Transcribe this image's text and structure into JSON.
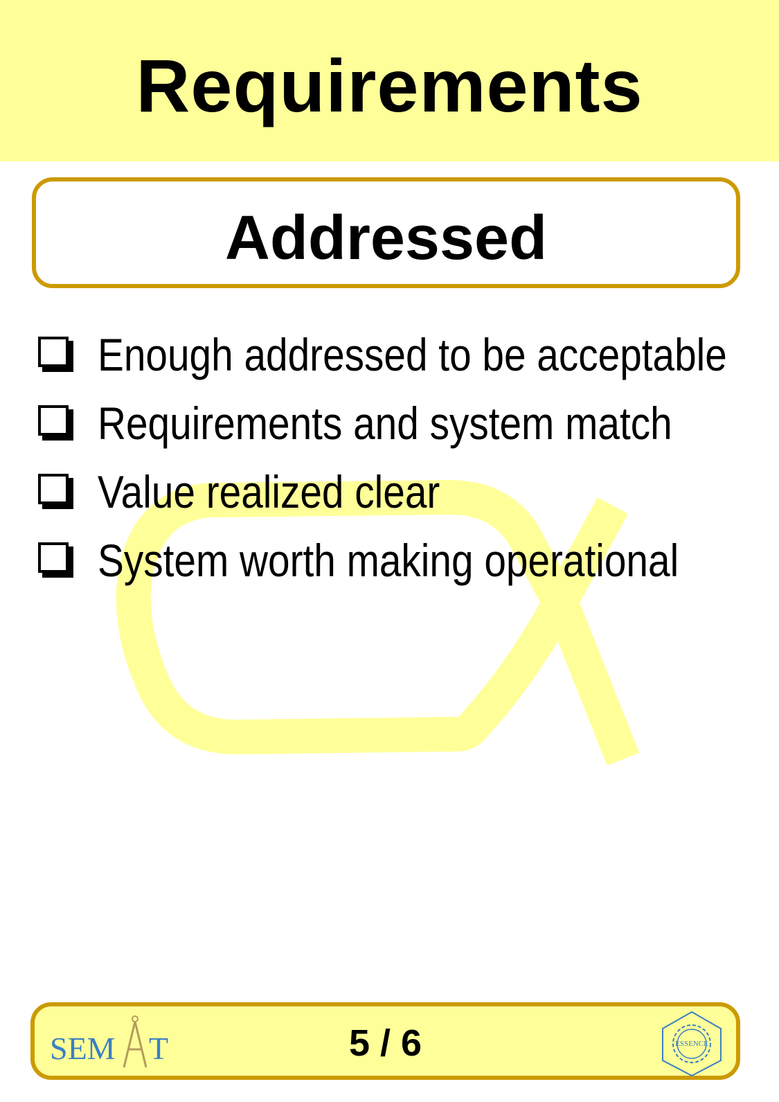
{
  "card": {
    "alpha": "Requirements",
    "state": "Addressed",
    "checklist": [
      "Enough addressed to be acceptable",
      "Requirements and system match",
      "Value realized clear",
      "System worth making operational"
    ],
    "card_number": "5 / 6"
  },
  "footer": {
    "semat_logo_left": "SEM",
    "semat_logo_right": "T",
    "essence_logo_text": "ESSENCE"
  },
  "colors": {
    "header_background": "#ffff99",
    "border_gold": "#cc9a00",
    "watermark_yellow": "#ffff99",
    "logo_blue": "#3a7fc4"
  },
  "icons": {
    "watermark": "alpha-symbol",
    "checkbox": "checkbox-icon",
    "semat_compass": "compass-icon",
    "essence_gear": "gear-icon"
  }
}
